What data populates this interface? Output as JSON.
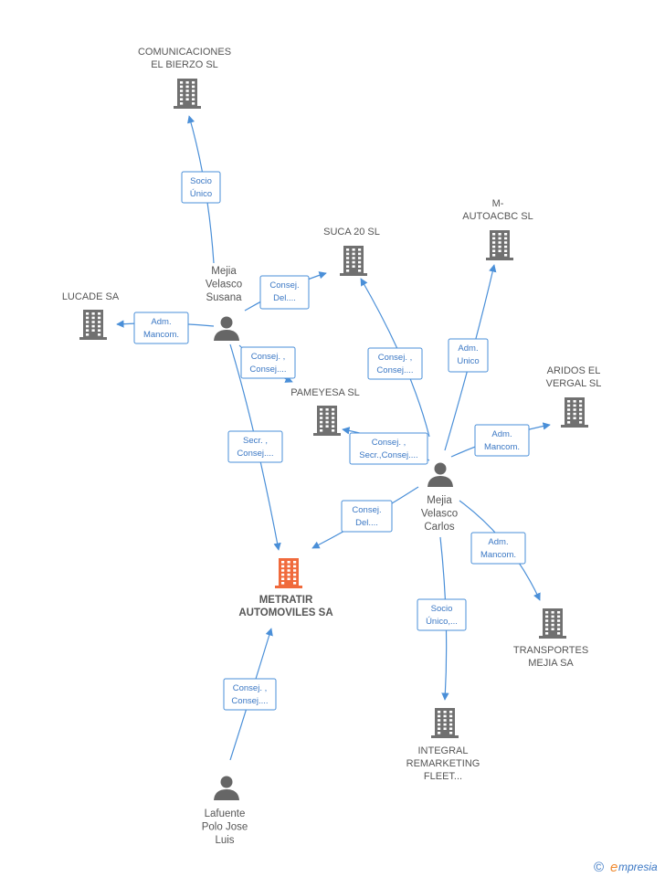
{
  "colors": {
    "edge": "#4a8fd8",
    "edge_text": "#3a77c4",
    "building": "#707070",
    "building_focus": "#f06a3c",
    "person": "#666666",
    "label": "#555555"
  },
  "nodes": [
    {
      "id": "comunicaciones",
      "type": "company",
      "lines": [
        "COMUNICACIONES",
        "EL BIERZO SL"
      ]
    },
    {
      "id": "suca",
      "type": "company",
      "lines": [
        "SUCA 20 SL"
      ]
    },
    {
      "id": "mauto",
      "type": "company",
      "lines": [
        "M-",
        "AUTOACBC SL"
      ]
    },
    {
      "id": "lucade",
      "type": "company",
      "lines": [
        "LUCADE SA"
      ]
    },
    {
      "id": "pameyesa",
      "type": "company",
      "lines": [
        "PAMEYESA SL"
      ]
    },
    {
      "id": "aridos",
      "type": "company",
      "lines": [
        "ARIDOS EL",
        "VERGAL SL"
      ]
    },
    {
      "id": "metratir",
      "type": "company",
      "focus": true,
      "lines": [
        "METRATIR",
        "AUTOMOVILES SA"
      ]
    },
    {
      "id": "transportes",
      "type": "company",
      "lines": [
        "TRANSPORTES",
        "MEJIA SA"
      ]
    },
    {
      "id": "integral",
      "type": "company",
      "lines": [
        "INTEGRAL",
        "REMARKETING",
        "FLEET..."
      ]
    },
    {
      "id": "susana",
      "type": "person",
      "lines": [
        "Mejia",
        "Velasco",
        "Susana"
      ]
    },
    {
      "id": "carlos",
      "type": "person",
      "lines": [
        "Mejia",
        "Velasco",
        "Carlos"
      ]
    },
    {
      "id": "lafuente",
      "type": "person",
      "lines": [
        "Lafuente",
        "Polo Jose",
        "Luis"
      ]
    }
  ],
  "edges": [
    {
      "id": "susana-comunicaciones",
      "lines": [
        "Socio",
        "Único"
      ]
    },
    {
      "id": "susana-suca",
      "lines": [
        "Consej.",
        "Del...."
      ]
    },
    {
      "id": "susana-lucade",
      "lines": [
        "Adm.",
        "Mancom."
      ]
    },
    {
      "id": "susana-pameyesa",
      "lines": [
        "Consej. ,",
        "Consej...."
      ]
    },
    {
      "id": "susana-metratir",
      "lines": [
        "Secr. ,",
        "Consej...."
      ]
    },
    {
      "id": "carlos-suca",
      "lines": [
        "Consej. ,",
        "Consej...."
      ]
    },
    {
      "id": "carlos-mauto",
      "lines": [
        "Adm.",
        "Unico"
      ]
    },
    {
      "id": "carlos-aridos",
      "lines": [
        "Adm.",
        "Mancom."
      ]
    },
    {
      "id": "carlos-pameyesa",
      "lines": [
        "Consej. ,",
        "Secr.,Consej...."
      ]
    },
    {
      "id": "carlos-metratir",
      "lines": [
        "Consej.",
        "Del...."
      ]
    },
    {
      "id": "carlos-transportes",
      "lines": [
        "Adm.",
        "Mancom."
      ]
    },
    {
      "id": "carlos-integral",
      "lines": [
        "Socio",
        "Único,..."
      ]
    },
    {
      "id": "lafuente-metratir",
      "lines": [
        "Consej. ,",
        "Consej...."
      ]
    }
  ],
  "brand": {
    "copyright_symbol": "©",
    "name": "mpresia",
    "initial": "e"
  }
}
